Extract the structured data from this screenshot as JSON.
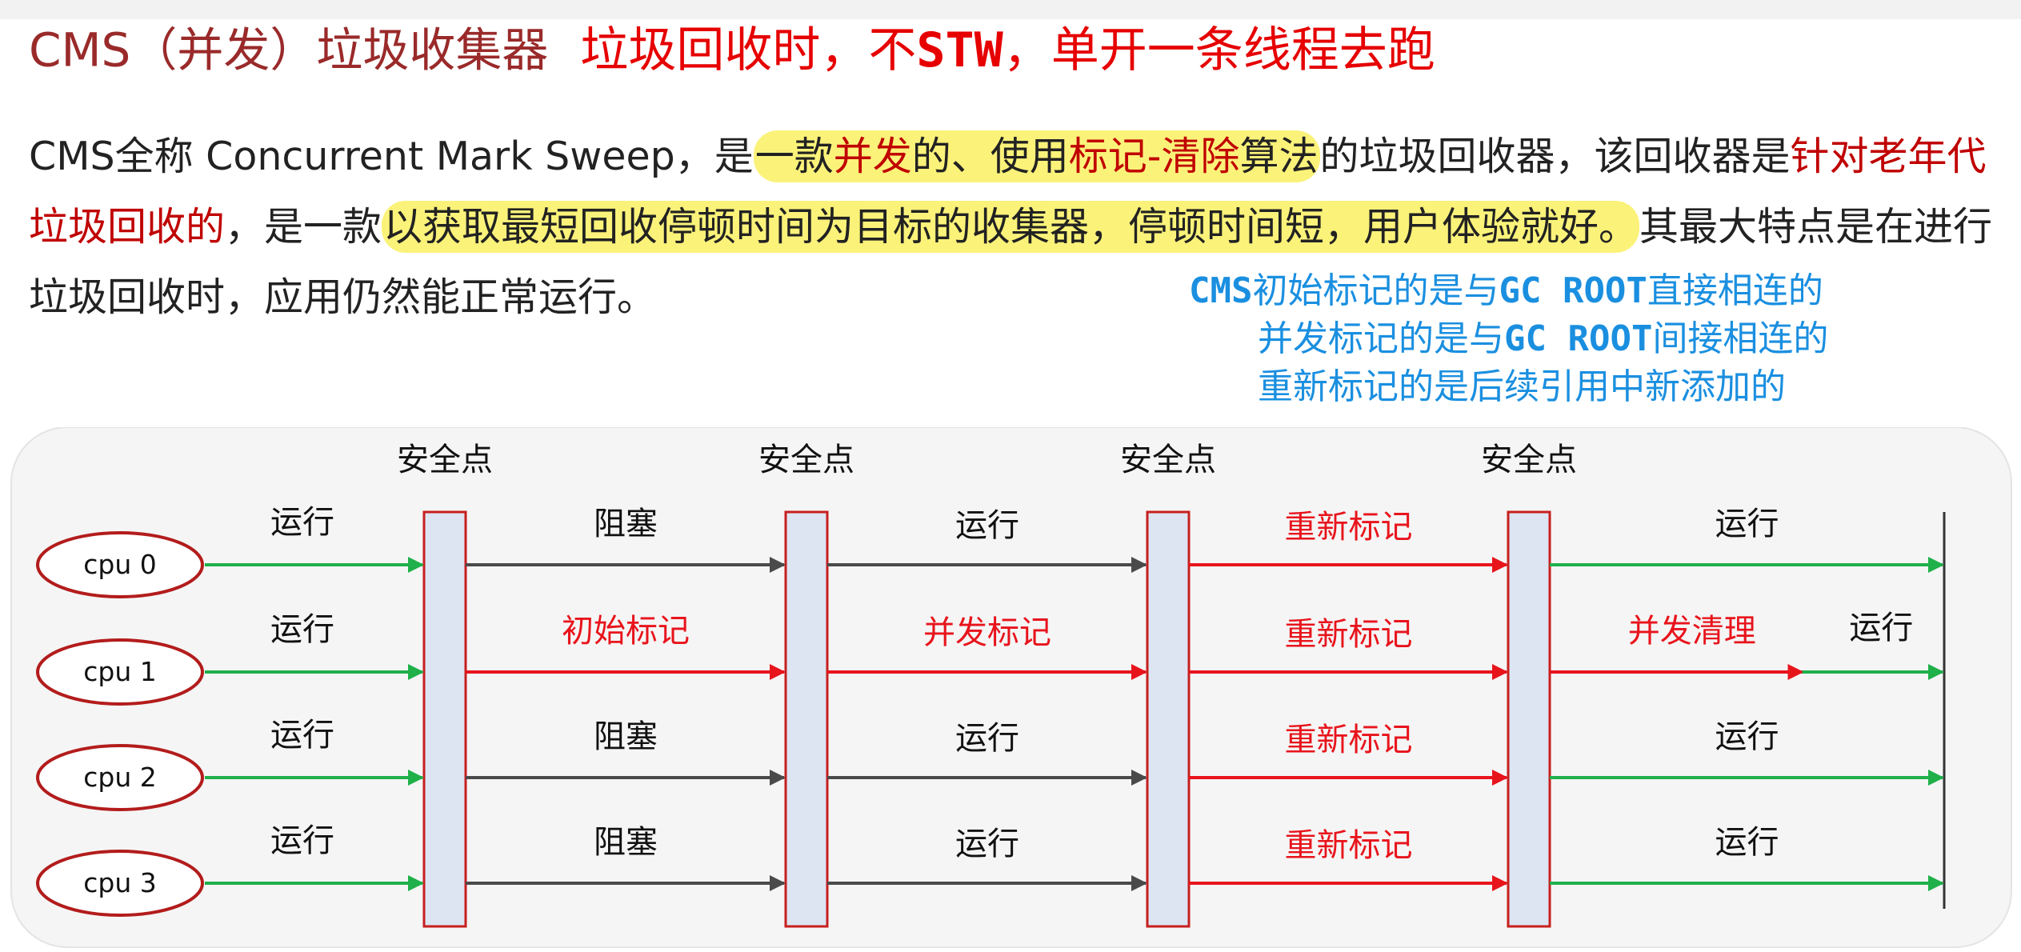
{
  "title": {
    "main": "CMS（并发）垃圾收集器",
    "note_prefix": "垃圾回收时，不",
    "note_code": "STW",
    "note_suffix": "，单开一条线程去跑"
  },
  "paragraph": {
    "t1": "CMS全称 Concurrent Mark Sweep，是",
    "h1a": "一款",
    "h1b": "并发",
    "h1c": "的、使用",
    "h1d": "标记-清除",
    "h1e": "算法",
    "t2": "的垃圾回收器，该回收器是",
    "r1": "针对老年代垃圾回收的",
    "t3": "，是一款",
    "h2": "以获取最短回收停顿时间为目标的收集器，停顿时间短，用户体验就好。",
    "t4": "其最大特点是在进行垃圾回收时，应用仍然能正常运行。"
  },
  "side_note": {
    "l1_mono": "CMS",
    "l1_a": "初始标记的是与",
    "l1_mono2": "GC ROOT",
    "l1_b": "直接相连的",
    "l2_a": "并发标记的是与",
    "l2_mono": "GC ROOT",
    "l2_b": "间接相连的",
    "l3": "重新标记的是后续引用中新添加的"
  },
  "colors": {
    "run": "#1fb04a",
    "block": "#4a4a4a",
    "gc": "#e8141c",
    "cpu_ellipse": "#b31c1c",
    "safepoint_fill": "#dde5f3",
    "safepoint_stroke": "#c81e1e",
    "panel_bg": "#f5f5f5"
  },
  "diagram": {
    "safepoint_label": "安全点",
    "cpus": [
      "cpu 0",
      "cpu 1",
      "cpu 2",
      "cpu 3"
    ],
    "lanes": [
      [
        {
          "label": "运行",
          "kind": "run"
        },
        {
          "label": "阻塞",
          "kind": "block"
        },
        {
          "label": "运行",
          "kind": "block"
        },
        {
          "label": "重新标记",
          "kind": "gc"
        },
        {
          "label": "运行",
          "kind": "run"
        }
      ],
      [
        {
          "label": "运行",
          "kind": "run"
        },
        {
          "label": "初始标记",
          "kind": "gc"
        },
        {
          "label": "并发标记",
          "kind": "gc"
        },
        {
          "label": "重新标记",
          "kind": "gc"
        },
        {
          "label": "并发清理",
          "kind": "gc",
          "label2": "运行",
          "kind2": "run"
        }
      ],
      [
        {
          "label": "运行",
          "kind": "run"
        },
        {
          "label": "阻塞",
          "kind": "block"
        },
        {
          "label": "运行",
          "kind": "block"
        },
        {
          "label": "重新标记",
          "kind": "gc"
        },
        {
          "label": "运行",
          "kind": "run"
        }
      ],
      [
        {
          "label": "运行",
          "kind": "run"
        },
        {
          "label": "阻塞",
          "kind": "block"
        },
        {
          "label": "运行",
          "kind": "block"
        },
        {
          "label": "重新标记",
          "kind": "gc"
        },
        {
          "label": "运行",
          "kind": "run"
        }
      ]
    ]
  }
}
